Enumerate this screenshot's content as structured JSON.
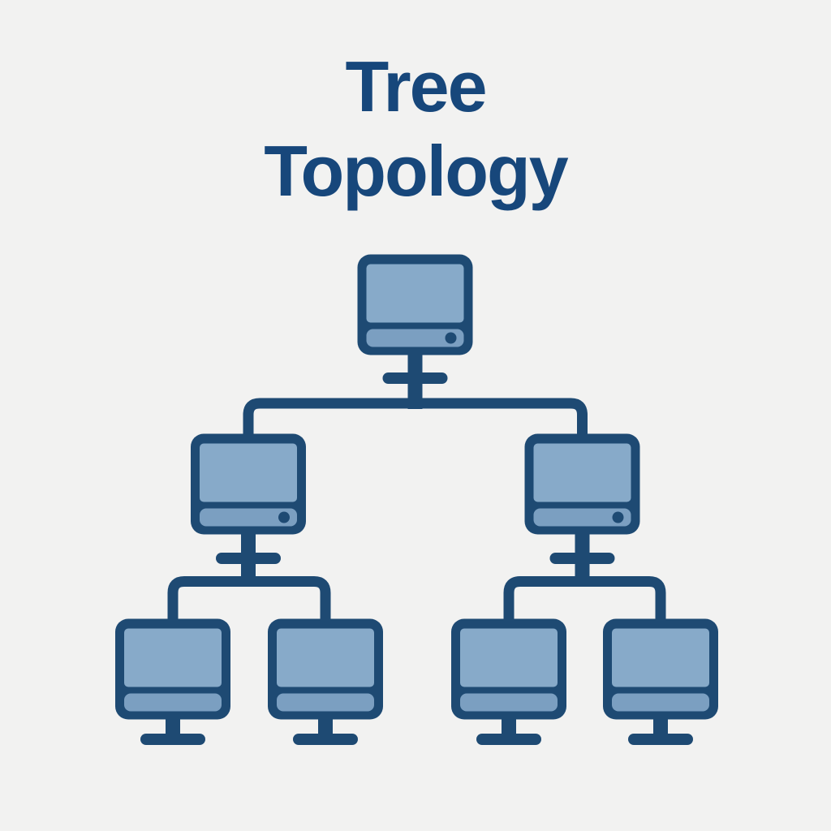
{
  "title": {
    "line1": "Tree",
    "line2": "Topology"
  },
  "colors": {
    "background": "#f2f2f1",
    "navy": "#1e4a73",
    "title": "#17477b",
    "screen": "#87aac9",
    "bar": "#7b9fc1"
  },
  "diagram": {
    "type": "tree-topology",
    "levels": 3,
    "node_icon": "desktop-computer",
    "nodes": [
      {
        "id": "root",
        "level": 1,
        "parent": null,
        "indicator_dot": true,
        "stand_base": false
      },
      {
        "id": "hub-left",
        "level": 2,
        "parent": "root",
        "indicator_dot": true,
        "stand_base": false
      },
      {
        "id": "hub-right",
        "level": 2,
        "parent": "root",
        "indicator_dot": true,
        "stand_base": false
      },
      {
        "id": "leaf-1",
        "level": 3,
        "parent": "hub-left",
        "indicator_dot": false,
        "stand_base": true
      },
      {
        "id": "leaf-2",
        "level": 3,
        "parent": "hub-left",
        "indicator_dot": false,
        "stand_base": true
      },
      {
        "id": "leaf-3",
        "level": 3,
        "parent": "hub-right",
        "indicator_dot": false,
        "stand_base": true
      },
      {
        "id": "leaf-4",
        "level": 3,
        "parent": "hub-right",
        "indicator_dot": false,
        "stand_base": true
      }
    ],
    "edges": [
      [
        "root",
        "hub-left"
      ],
      [
        "root",
        "hub-right"
      ],
      [
        "hub-left",
        "leaf-1"
      ],
      [
        "hub-left",
        "leaf-2"
      ],
      [
        "hub-right",
        "leaf-3"
      ],
      [
        "hub-right",
        "leaf-4"
      ]
    ]
  }
}
